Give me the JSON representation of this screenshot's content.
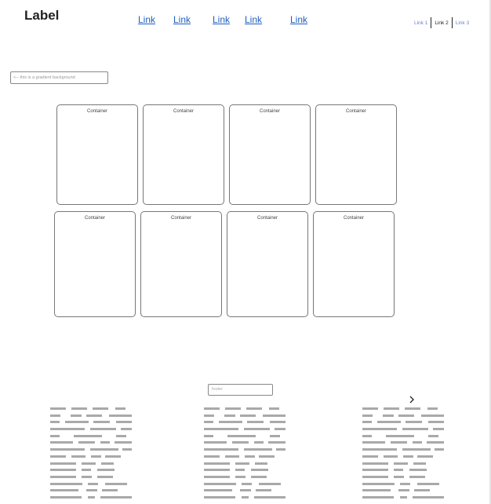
{
  "header": {
    "logo": "Label",
    "nav_links": [
      "Link",
      "Link",
      "Link",
      "Link",
      "Link"
    ],
    "breadcrumbs": [
      {
        "label": "Link 1",
        "active": false
      },
      {
        "label": "Link 2",
        "active": true
      },
      {
        "label": "Link 3",
        "active": false
      }
    ]
  },
  "note_text": "<-- this is a gradient background",
  "cards": [
    "Container",
    "Container",
    "Container",
    "Container",
    "Container",
    "Container",
    "Container",
    "Container"
  ],
  "footer": {
    "field_placeholder": "footer",
    "chevron_icon": "chevron-right-icon"
  },
  "colors": {
    "link": "#1f5fbf",
    "breadcrumb_link": "#6e7fd0",
    "placeholder_text": "#a9a9a9"
  }
}
